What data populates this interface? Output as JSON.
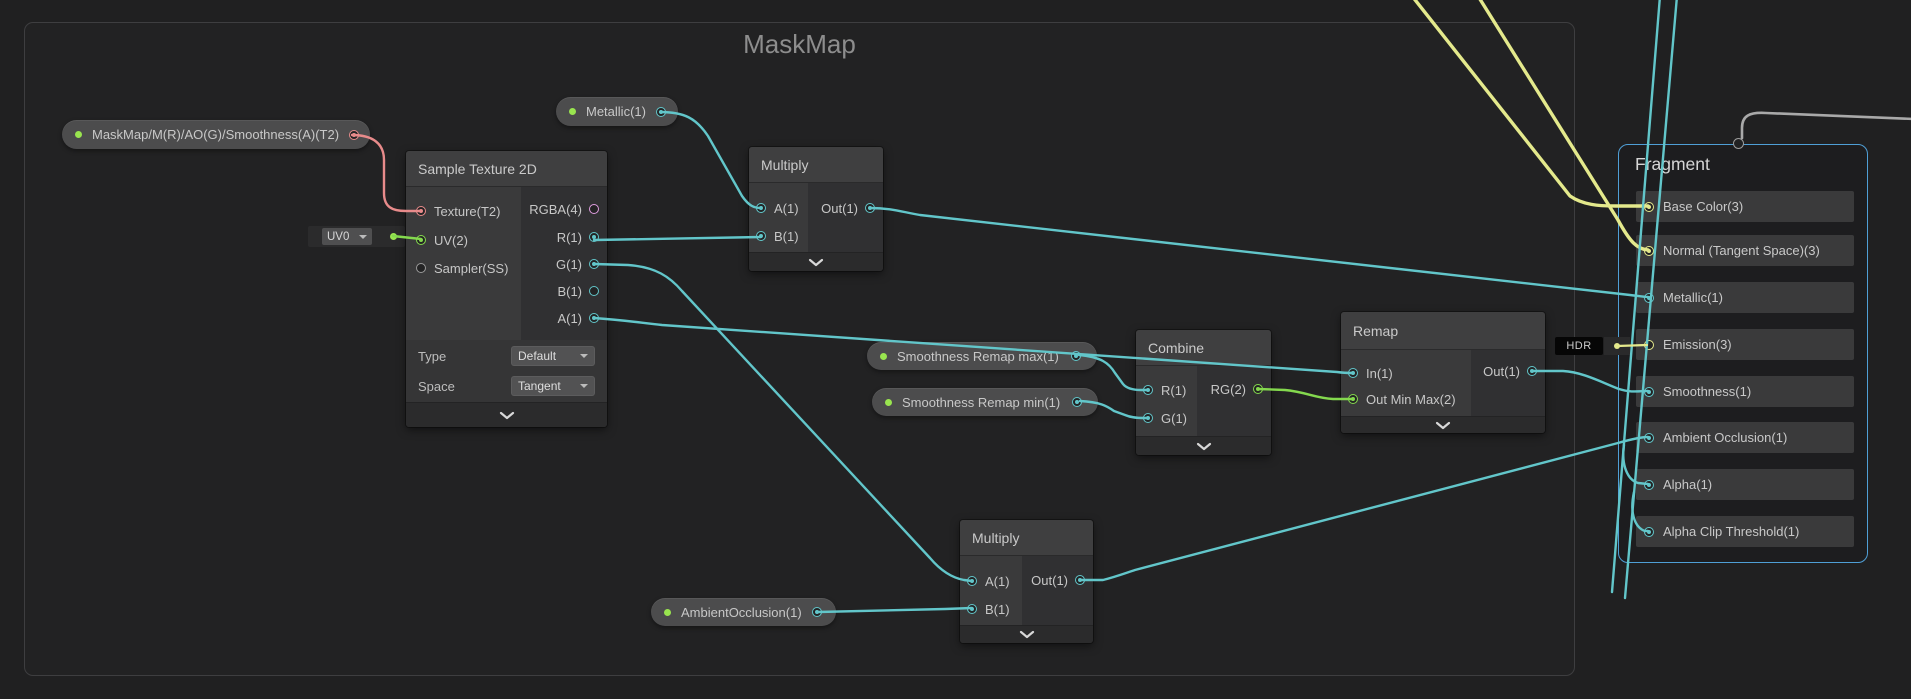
{
  "group": {
    "title": "MaskMap"
  },
  "pills": {
    "maskmap": "MaskMap/M(R)/AO(G)/Smoothness(A)(T2)",
    "metallic": "Metallic(1)",
    "smoothness_remap_max": "Smoothness Remap max(1)",
    "smoothness_remap_min": "Smoothness Remap min(1)",
    "ambient_occlusion": "AmbientOcclusion(1)"
  },
  "uv_channel": {
    "value": "UV0"
  },
  "nodes": {
    "sample_texture_2d": {
      "title": "Sample Texture 2D",
      "inputs": [
        "Texture(T2)",
        "UV(2)",
        "Sampler(SS)"
      ],
      "outputs": [
        "RGBA(4)",
        "R(1)",
        "G(1)",
        "B(1)",
        "A(1)"
      ],
      "controls": [
        {
          "label": "Type",
          "value": "Default"
        },
        {
          "label": "Space",
          "value": "Tangent"
        }
      ]
    },
    "multiply_metallic": {
      "title": "Multiply",
      "inputs": [
        "A(1)",
        "B(1)"
      ],
      "outputs": [
        "Out(1)"
      ]
    },
    "multiply_ao": {
      "title": "Multiply",
      "inputs": [
        "A(1)",
        "B(1)"
      ],
      "outputs": [
        "Out(1)"
      ]
    },
    "combine": {
      "title": "Combine",
      "inputs": [
        "R(1)",
        "G(1)"
      ],
      "outputs": [
        "RG(2)"
      ]
    },
    "remap": {
      "title": "Remap",
      "inputs": [
        "In(1)",
        "Out Min Max(2)"
      ],
      "outputs": [
        "Out(1)"
      ]
    }
  },
  "hdr_badge": {
    "label": "HDR"
  },
  "fragment": {
    "title": "Fragment",
    "rows": [
      "Base Color(3)",
      "Normal (Tangent Space)(3)",
      "Metallic(1)",
      "Emission(3)",
      "Smoothness(1)",
      "Ambient Occlusion(1)",
      "Alpha(1)",
      "Alpha Clip Threshold(1)"
    ]
  },
  "colors": {
    "bg": "#202021",
    "cyan": "#62c6ca",
    "green": "#84d94e",
    "yellow": "#e4e98c",
    "pink": "#df9ddf",
    "salmon": "#e88b8b",
    "gray_wire": "#a9a9a9",
    "prop_dot": "#99e54f",
    "block_border": "#4f9fd6"
  }
}
